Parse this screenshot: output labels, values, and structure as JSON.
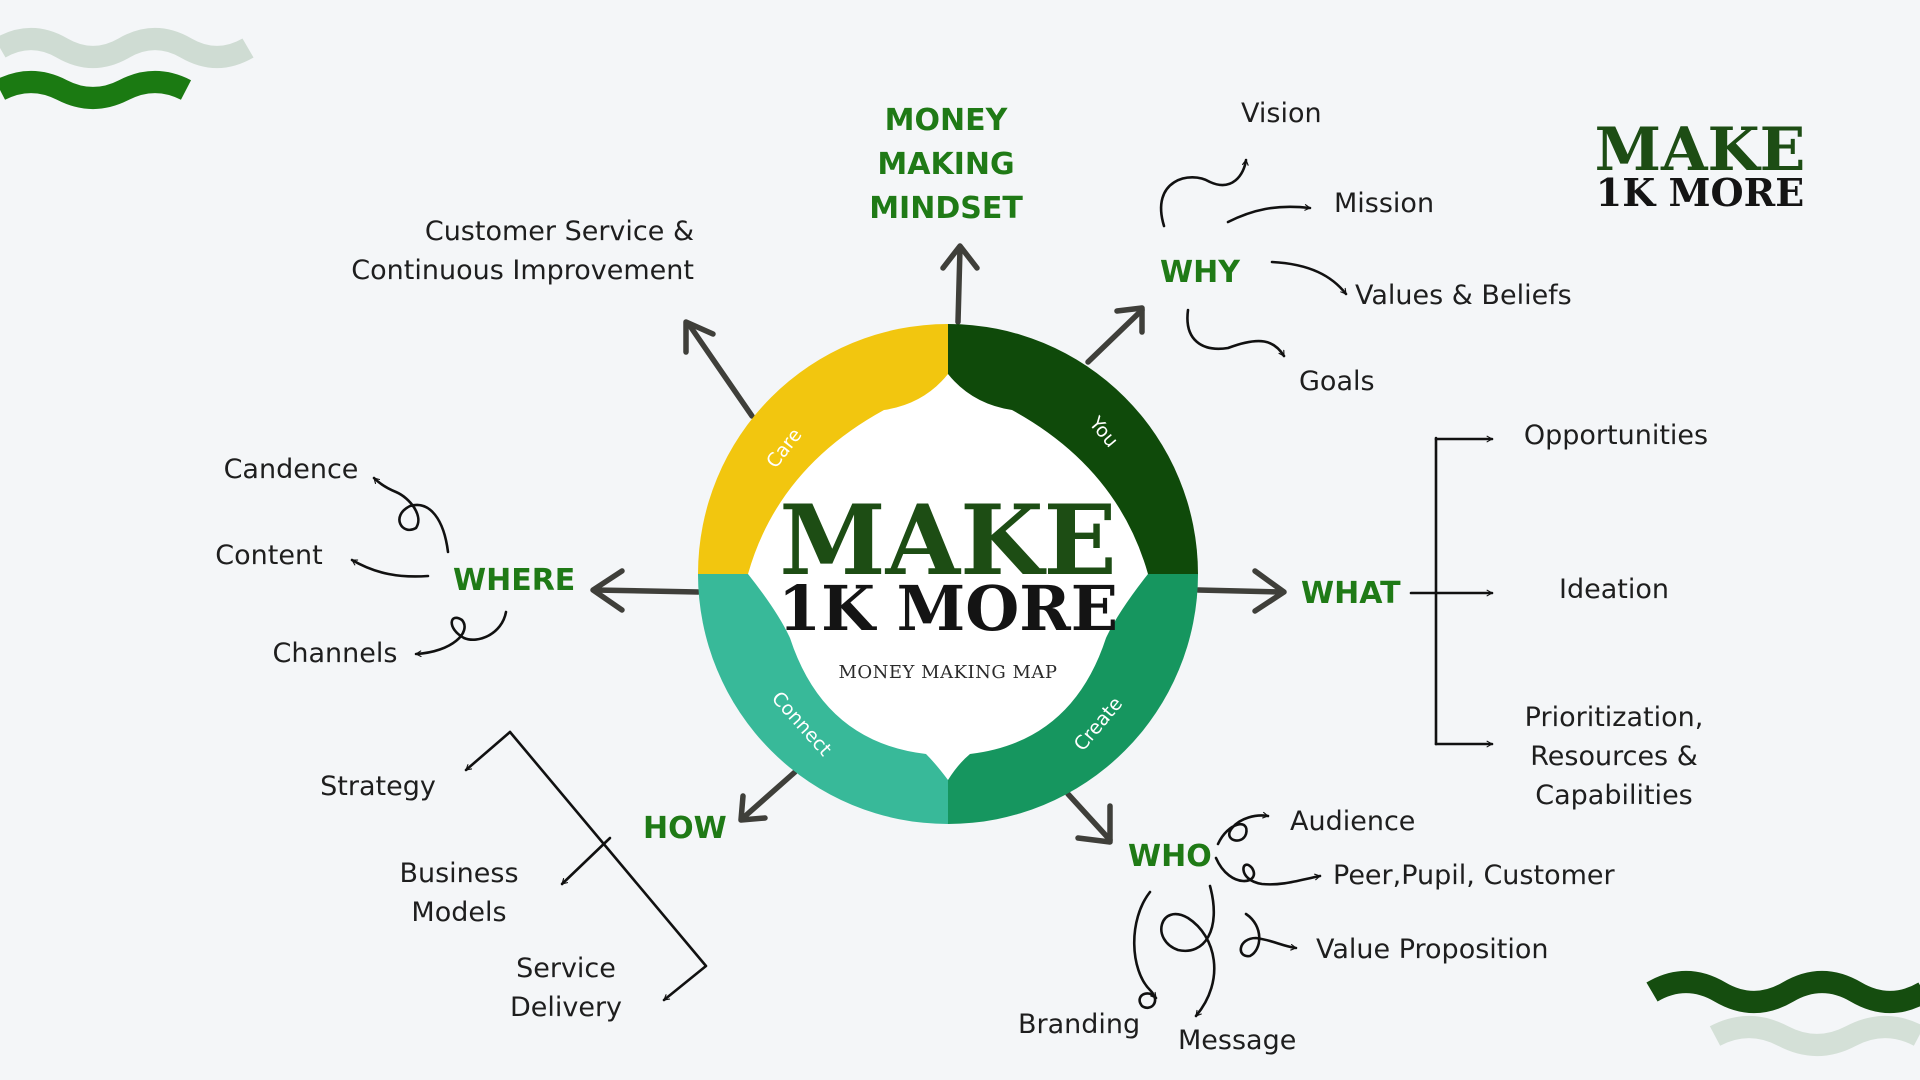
{
  "logo": {
    "line1": "MAKE",
    "line2": "1K MORE"
  },
  "center": {
    "line1": "MAKE",
    "line2": "1K MORE",
    "subtitle": "MONEY MAKING MAP"
  },
  "ring": {
    "you": "You",
    "create": "Create",
    "connect": "Connect",
    "care": "Care"
  },
  "ring_colors": {
    "you": "#0f4a0a",
    "create": "#16965f",
    "connect": "#38b999",
    "care": "#f2c60f"
  },
  "mindset": {
    "line1": "MONEY",
    "line2": "MAKING",
    "line3": "MINDSET"
  },
  "care_text": {
    "line1": "Customer Service &",
    "line2": "Continuous Improvement"
  },
  "why": {
    "heading": "WHY",
    "vision": "Vision",
    "mission": "Mission",
    "values": "Values & Beliefs",
    "goals": "Goals"
  },
  "what": {
    "heading": "WHAT",
    "opportunities": "Opportunities",
    "ideation": "Ideation",
    "prior1": "Prioritization,",
    "prior2": "Resources &",
    "prior3": "Capabilities"
  },
  "who": {
    "heading": "WHO",
    "audience": "Audience",
    "peer": "Peer,Pupil, Customer",
    "value": "Value Proposition",
    "branding": "Branding",
    "message": "Message"
  },
  "how": {
    "heading": "HOW",
    "strategy": "Strategy",
    "bm1": "Business",
    "bm2": "Models",
    "sd1": "Service",
    "sd2": "Delivery"
  },
  "where": {
    "heading": "WHERE",
    "candence": "Candence",
    "content": "Content",
    "channels": "Channels"
  }
}
